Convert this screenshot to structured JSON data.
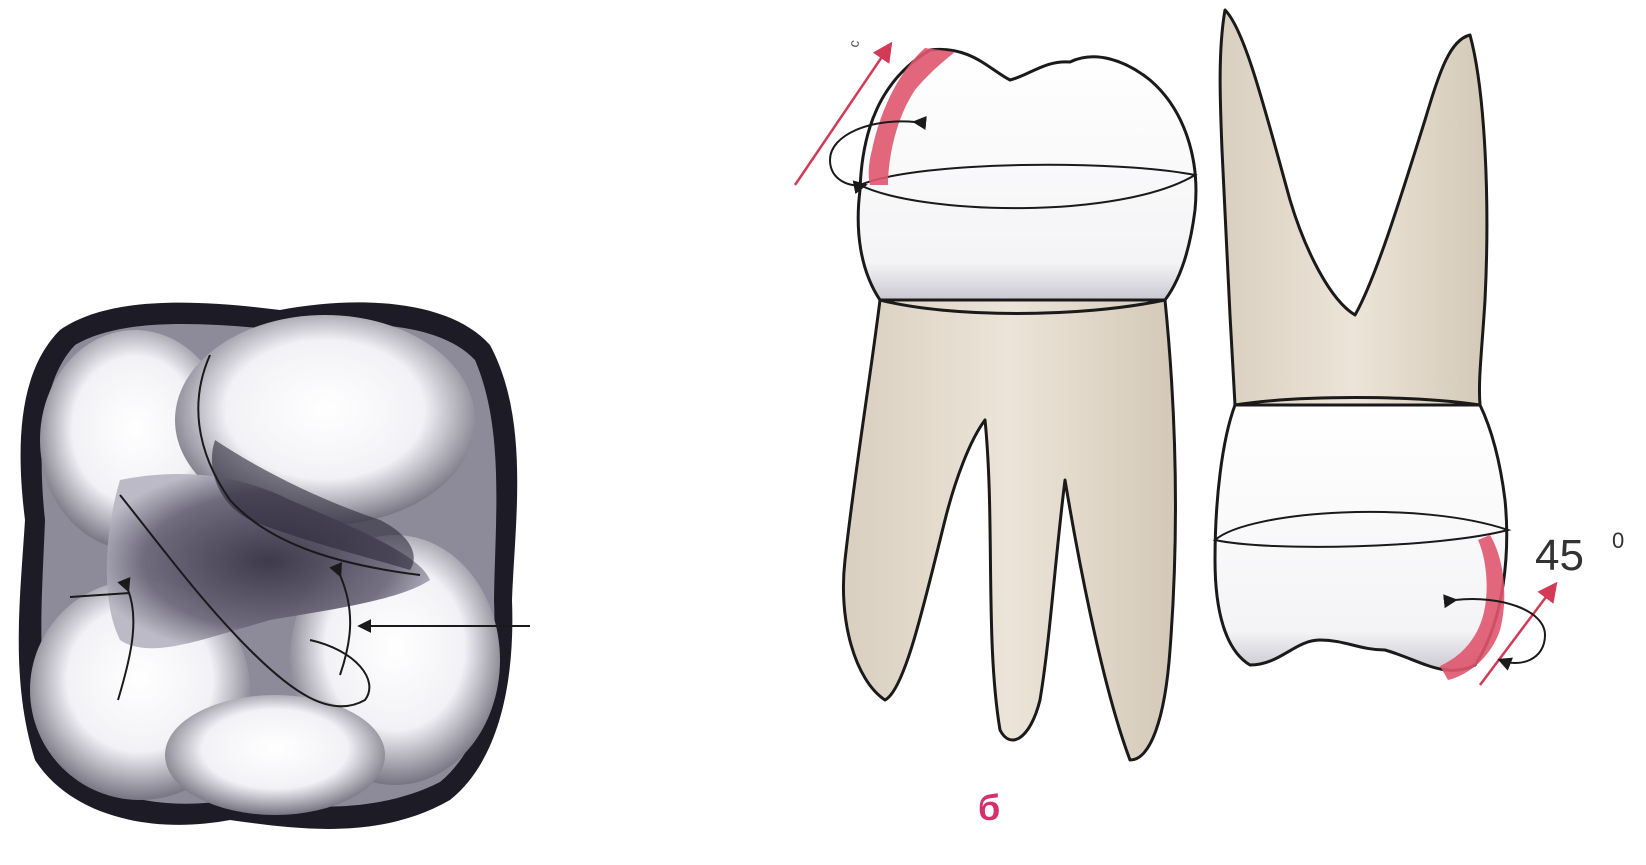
{
  "labels": {
    "angle_value": "45",
    "angle_unit": "0",
    "figure_letter": "б",
    "small_mark": "с"
  },
  "colors": {
    "background": "#ffffff",
    "outline": "#1a1a1a",
    "root_fill": "#e6ddd0",
    "crown_fill": "#ffffff",
    "highlight": "#e0566e",
    "letter": "#d4306a",
    "occlusal_dark": "#2b2838",
    "occlusal_mid": "#6a6778"
  },
  "icons": {
    "left_figure": "occlusal-view-molar-icon",
    "middle_figure": "lateral-view-molar-icon",
    "right_figure": "inverted-molar-icon"
  }
}
